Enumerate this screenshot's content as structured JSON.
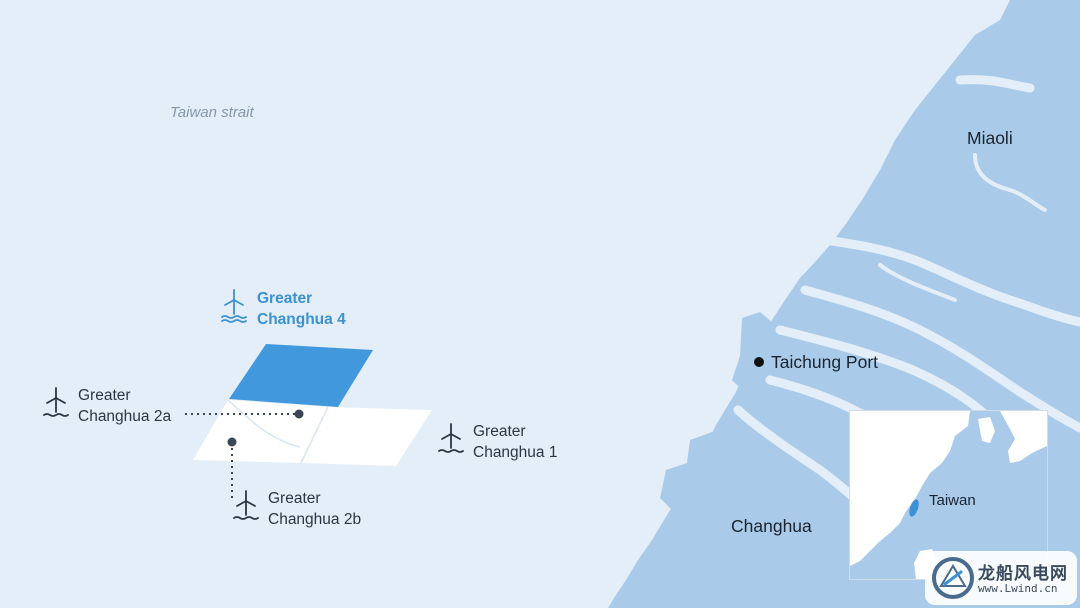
{
  "map": {
    "sea_label": "Taiwan strait",
    "cities": {
      "miaoli": "Miaoli",
      "taichung_port": "Taichung Port",
      "changhua": "Changhua"
    },
    "sites": {
      "gc4": {
        "line1": "Greater",
        "line2": "Changhua 4",
        "highlighted": true
      },
      "gc2a": {
        "line1": "Greater",
        "line2": "Changhua 2a"
      },
      "gc1": {
        "line1": "Greater",
        "line2": "Changhua 1"
      },
      "gc2b": {
        "line1": "Greater",
        "line2": "Changhua 2b"
      }
    },
    "inset": {
      "label": "Taiwan"
    },
    "colors": {
      "sea": "#e4eef8",
      "land": "#a9cbe9",
      "river": "#e4eef8",
      "highlight_zone": "#4198dc",
      "other_zones": "#ffffff"
    }
  },
  "watermark": {
    "title": "龙船风电网",
    "subtitle": "www.Lwind.cn"
  }
}
